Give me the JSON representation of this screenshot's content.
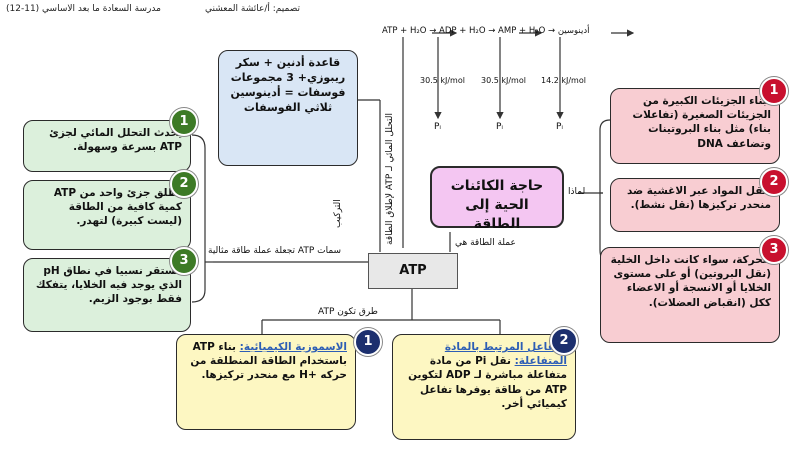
{
  "header": {
    "school": "مدرسة السعادة ما بعد الاساسي (11-12)",
    "designer": "تصميم: أ/عائشة المعشني"
  },
  "reactions": {
    "chain": "ATP + H₂O  →  ADP + H₂O  →  AMP + H₂O  →  أدينوسين",
    "energy": [
      "30.5 kJ/mol",
      "30.5 kJ/mol",
      "14.2 kJ/mol"
    ],
    "product": "Pᵢ"
  },
  "center": {
    "title": "حاجة الكائنات الحية إلى الطاقة",
    "atp": "ATP"
  },
  "composition": {
    "text": "قاعدة أدنين + سكر ريبوزي+ 3 مجموعات فوسفات = أدينوسين ثلاثي الفوسفات"
  },
  "labels": {
    "why": "لماذا",
    "currency": "عملة الطاقة هي",
    "composition_label": "التركيب",
    "hydrolysis": "التحلل المائي لـ ATP لإطلاق الطاقة",
    "features": "سمات ATP تجعلة عملة طاقة مثالية",
    "pathways": "طرق تكون ATP"
  },
  "features": [
    {
      "num": "1",
      "text": "يحدث التحلل المائي لجزئ ATP بسرعة وسهولة."
    },
    {
      "num": "2",
      "text": "يطلق جزئ واحد من ATP كمية كافية من الطاقة (ليست كبيرة) لتهدر."
    },
    {
      "num": "3",
      "text": "مستقر نسبيا في نطاق pH الذي يوجد فيه الخلايا، يتفكك فقط بوجود الزيم."
    }
  ],
  "needs": [
    {
      "num": "1",
      "text": "لبناء الجزيئات الكبيرة من الجزيئات الصغيرة (تفاعلات بناء) مثل بناء البروتينات وتضاعف DNA"
    },
    {
      "num": "2",
      "text": "لنقل المواد عبر الاغشية ضد منحدر تركيزها (نقل نشط)."
    },
    {
      "num": "3",
      "text": "للحركة، سواء كانت داخل الخلية (نقل البروتين) أو على مستوى الخلايا أو الانسجة أو الاعضاء ككل (انقباض العضلات)."
    }
  ],
  "pathways": [
    {
      "num": "1",
      "head": "الاسموزية الكيميائية:",
      "text": "بناء ATP باستخدام الطاقة المنطلقة من حركه +H مع منحدر تركيزها."
    },
    {
      "num": "2",
      "head": "التفاعل المرتبط بالمادة المتفاعلة:",
      "text": "نقل Pi من مادة متفاعلة مباشرة لـ ADP لتكوين ATP من طاقة يوفرها تفاعل كيميائي أخر."
    }
  ],
  "colors": {
    "green_box": "#dcf0dc",
    "green_badge": "#3d7a26",
    "red_box": "#f8cdd2",
    "red_badge": "#c8102e",
    "yellow_box": "#fdf7c2",
    "navy_badge": "#1c2f6e",
    "blue_box": "#d9e6f5",
    "pink_box": "#f4c6f2"
  }
}
